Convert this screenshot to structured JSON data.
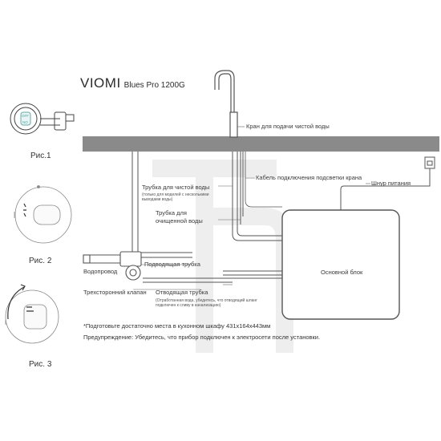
{
  "brand": {
    "name": "VIOMI",
    "model": "Blues Pro 1200G"
  },
  "figures": {
    "fig1": "Рис.1",
    "fig2": "Рис. 2",
    "fig3": "Рис. 3"
  },
  "fig1_badge": {
    "top": "OFF",
    "bottom": "NO"
  },
  "labels": {
    "faucet": "Кран для подачи чистой воды",
    "cable": "Кабель подключения подсветки крана",
    "power_cord": "Шнур питания",
    "clean_pipe": "Трубка для чистой воды",
    "clean_pipe_note": "(только для моделей с несколькими выводами воды)",
    "purified_pipe_1": "Трубка для",
    "purified_pipe_2": "очищенной воды",
    "supply_pipe": "Подводящая трубка",
    "water_main": "Водопровод",
    "three_way_valve": "Трехсторонний клапан",
    "drain_pipe": "Отводящая трубка",
    "drain_note": "(Отработанная вода, убедитесь, что отводящий шланг подключен к сливу в канализацию)",
    "main_unit": "Основной блок"
  },
  "notes": {
    "space": "*Подготовьте достаточно места в кухонном шкафу 431x164x443мм",
    "warning": "Предупреждение: Убедитесь, что прибор подключен к электросети после установки."
  },
  "colors": {
    "countertop": "#8a8a8a",
    "line": "#555555",
    "text": "#333333"
  }
}
